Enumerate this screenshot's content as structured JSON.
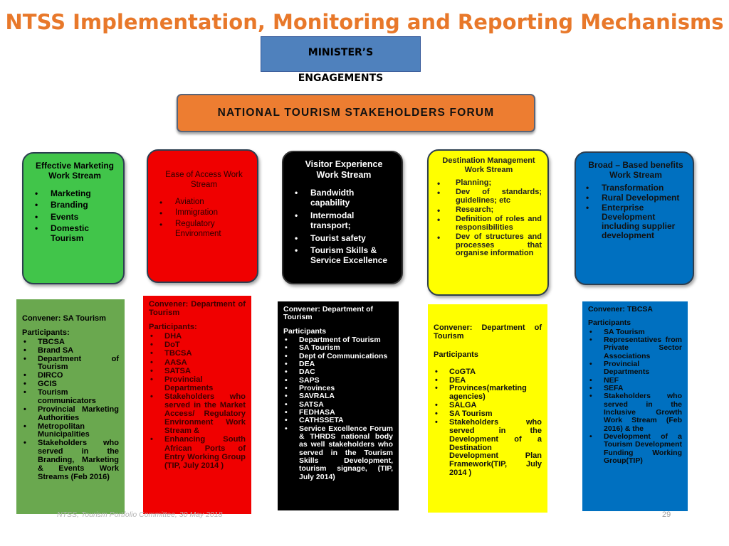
{
  "title": "NTSS Implementation, Monitoring and Reporting Mechanisms",
  "minister": {
    "line1": "MINISTER’S",
    "line2": "ENGAGEMENTS"
  },
  "forum": "NATIONAL TOURISM STAKEHOLDERS FORUM",
  "colors": {
    "title": "#e8782a",
    "forum": "#ed7d31",
    "minister": "#4f81bd",
    "marketing": "#41c54a",
    "access": "#f00000",
    "visitor": "#000000",
    "destination": "#ffff00",
    "benefits": "#0070c0"
  },
  "work_streams": [
    {
      "title": "Effective Marketing Work Stream",
      "items": [
        "Marketing",
        "Branding",
        "Events",
        "Domestic Tourism"
      ]
    },
    {
      "title": "Ease of Access Work Stream",
      "items": [
        "Aviation",
        "Immigration",
        "Regulatory Environment"
      ]
    },
    {
      "title": "Visitor Experience Work Stream",
      "items": [
        "Bandwidth capability",
        "Intermodal transport;",
        "Tourist safety",
        "Tourism Skills & Service Excellence"
      ]
    },
    {
      "title": "Destination Management Work Stream",
      "items": [
        "Planning;",
        "Dev of standards; guidelines; etc",
        "Research;",
        "Definition of roles and responsibilities",
        "Dev of structures and processes that organise information"
      ]
    },
    {
      "title": "Broad – Based benefits Work Stream",
      "items": [
        "Transformation",
        "Rural Development",
        "Enterprise Development including supplier development"
      ]
    }
  ],
  "conveners": [
    {
      "convener": "Convener: SA Tourism",
      "participants_label": "Participants:",
      "participants": [
        "TBCSA",
        "Brand SA",
        "Department of Tourism",
        "DIRCO",
        "GCIS",
        "Tourism communicators",
        "Provincial Marketing Authorities",
        "Metropolitan Municipalities",
        "Stakeholders who served in the Branding, Marketing & Events Work Streams (Feb 2016)"
      ]
    },
    {
      "convener": "Convener: Department of Tourism",
      "participants_label": "Participants:",
      "participants": [
        "DHA",
        "DoT",
        "TBCSA",
        "AASA",
        "SATSA",
        "Provincial Departments",
        "Stakeholders who served in the Market Access/ Regulatory Environment Work Stream &",
        "Enhancing South African Ports of Entry Working Group (TIP, July 2014 )"
      ]
    },
    {
      "convener": "Convener: Department of Tourism",
      "participants_label": "Participants",
      "participants": [
        "Department of Tourism",
        "SA Tourism",
        "Dept of Communications",
        "DEA",
        "DAC",
        "SAPS",
        "Provinces",
        "SAVRALA",
        "SATSA",
        "FEDHASA",
        "CATHSSETA",
        "Service Excellence Forum & THRDS national body as well stakeholders who served in the Tourism Skills Development, tourism signage, (TIP, July 2014)"
      ]
    },
    {
      "convener": "Convener: Department of Tourism",
      "participants_label": "Participants",
      "participants": [
        "CoGTA",
        "DEA",
        "Provinces(marketing agencies)",
        "SALGA",
        "SA Tourism",
        "Stakeholders who served in the Development of a Destination Development Plan Framework(TIP, July 2014 )"
      ]
    },
    {
      "convener": "Convener: TBCSA",
      "participants_label": "Participants",
      "participants": [
        "SA Tourism",
        "Representatives from Private Sector Associations",
        "Provincial Departments",
        "NEF",
        "SEFA",
        "Stakeholders who served in the Inclusive Growth Work Stream (Feb 2016) & the",
        "Development of a Tourism Development Funding Working Group(TIP)"
      ]
    }
  ],
  "footer": "NTSS, Tourism Portfolio Committee, 30 May 2018",
  "page_number": "29"
}
